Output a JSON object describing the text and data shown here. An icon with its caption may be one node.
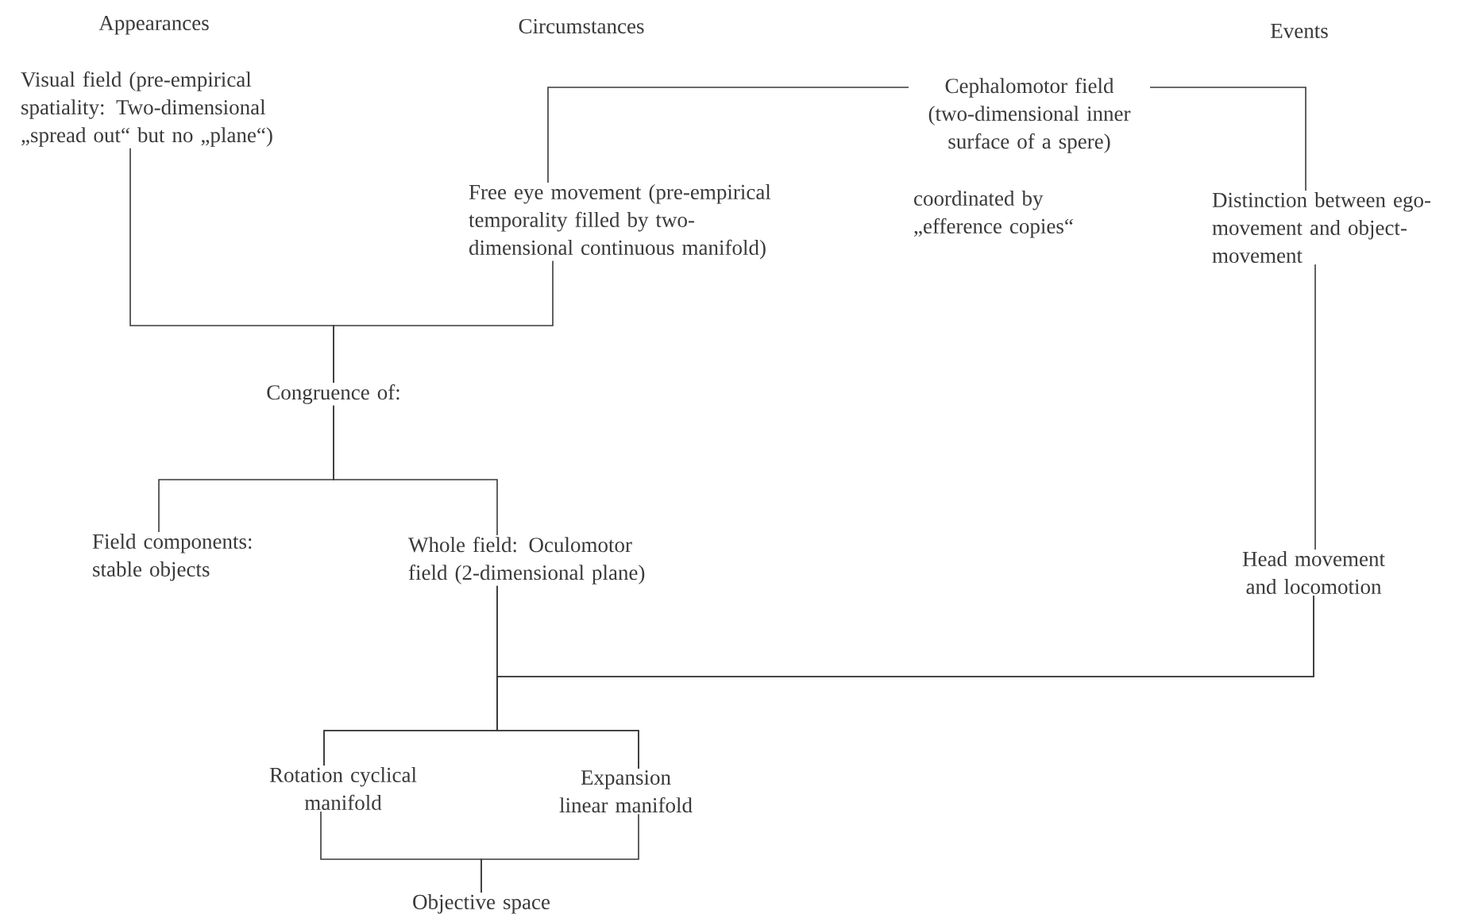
{
  "diagram": {
    "nodes": [
      {
        "text": [
          "Visual field (pre-empirical spatiality: Two-dimensional „spread out“ but no „plane“)"
        ]
      },
      {
        "text": [
          "Free eye movement (pre-empirical temporality filled by two-dimensional continuous manifold)"
        ]
      },
      {
        "text": [
          "Cephalomotor field (two-dimensional inner surface of a spere)"
        ]
      },
      {
        "text": [
          "Distinction between ego-movement and object-movement"
        ]
      },
      {
        "text": [
          "Congruence of:"
        ]
      },
      {
        "text": [
          "Field components: stable objects"
        ]
      },
      {
        "text": [
          "Whole field: Oculomotor field (2-dimensional plane)"
        ]
      },
      {
        "text": [
          "Head movement and locomotion"
        ]
      },
      {
        "text": [
          "Rotation cyclical manifold"
        ]
      },
      {
        "text": [
          "Expansion linear manifold"
        ]
      },
      {
        "text": [
          "Objective space"
        ]
      }
    ],
    "edges": [
      {
        "from": 0,
        "to": 4,
        "arrow": "none"
      },
      {
        "from": 1,
        "to": 4,
        "arrow": "none"
      },
      {
        "from": 2,
        "to": 1,
        "arrow": "none"
      },
      {
        "from": 2,
        "to": 3,
        "arrow": "none"
      },
      {
        "from": 4,
        "to": 5,
        "arrow": "none"
      },
      {
        "from": 4,
        "to": 6,
        "arrow": "none"
      },
      {
        "from": 3,
        "to": 7,
        "arrow": "none"
      },
      {
        "from": 6,
        "to": 8,
        "arrow": "none"
      },
      {
        "from": 6,
        "to": 9,
        "arrow": "none"
      },
      {
        "from": 7,
        "to": 8,
        "arrow": "none"
      },
      {
        "from": 7,
        "to": 9,
        "arrow": "none"
      },
      {
        "from": 8,
        "to": 10,
        "arrow": "none"
      },
      {
        "from": 9,
        "to": 10,
        "arrow": "none"
      }
    ],
    "labels": [
      "Appearances",
      "Circumstances",
      "Events",
      "coordinated by „efference copies“"
    ]
  }
}
